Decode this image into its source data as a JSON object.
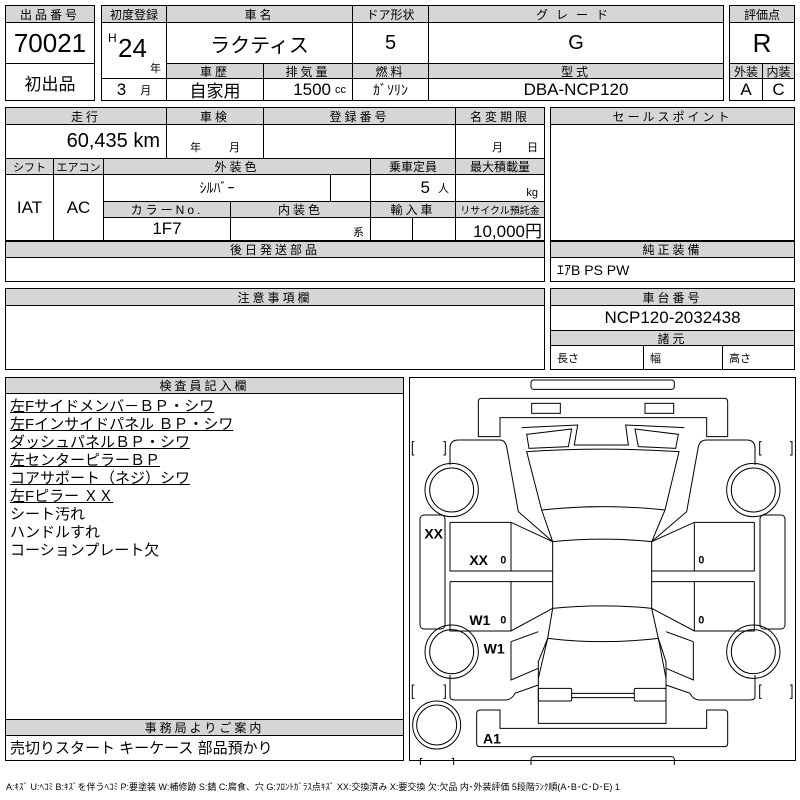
{
  "lot": {
    "header": "出品番号",
    "number": "70021",
    "status": "初出品"
  },
  "first_reg": {
    "header": "初度登録",
    "era": "H",
    "year": "24",
    "year_unit": "年",
    "month": "3",
    "month_unit": "月"
  },
  "car_name": {
    "header": "車名",
    "value": "ラクティス"
  },
  "doors": {
    "header": "ドア形状",
    "value": "5"
  },
  "grade": {
    "header": "グレード",
    "value": "G"
  },
  "history": {
    "header": "車歴",
    "value": "自家用"
  },
  "displacement": {
    "header": "排気量",
    "value": "1500",
    "unit": "cc"
  },
  "fuel": {
    "header": "燃料",
    "value": "ｶﾞｿﾘﾝ"
  },
  "model": {
    "header": "型式",
    "value": "DBA-NCP120"
  },
  "score": {
    "header": "評価点",
    "value": "R",
    "ext_header": "外装",
    "int_header": "内装",
    "ext": "A",
    "int": "C"
  },
  "mileage": {
    "header": "走行",
    "value": "60,435 km"
  },
  "inspection": {
    "header": "車検",
    "year_unit": "年",
    "month_unit": "月"
  },
  "reg_number": {
    "header": "登録番号"
  },
  "name_change": {
    "header": "名変期限",
    "month_unit": "月",
    "day_unit": "日"
  },
  "shift": {
    "header": "シフト",
    "value": "IAT"
  },
  "aircon": {
    "header": "エアコン",
    "value": "AC"
  },
  "ext_color": {
    "header": "外装色",
    "value": "ｼﾙﾊﾞｰ"
  },
  "capacity": {
    "header": "乗車定員",
    "value": "5",
    "unit": "人"
  },
  "max_load": {
    "header": "最大積載量",
    "unit": "kg"
  },
  "color_no": {
    "header": "カラーNo.",
    "value": "1F7"
  },
  "int_color": {
    "header": "内装色",
    "unit": "系"
  },
  "import": {
    "header": "輸入車"
  },
  "recycle": {
    "header": "リサイクル預託金",
    "value": "10,000円"
  },
  "sales_point": {
    "header": "セールスポイント"
  },
  "later_parts": {
    "header": "後日発送部品"
  },
  "equipment": {
    "header": "純正装備",
    "value": "ｴｱB PS PW"
  },
  "notes": {
    "header": "注意事項欄"
  },
  "chassis": {
    "header": "車台番号",
    "value": "NCP120-2032438"
  },
  "specs": {
    "header": "諸元",
    "length": "長さ",
    "width": "幅",
    "height": "高さ"
  },
  "inspector": {
    "header": "検査員記入欄",
    "lines": [
      {
        "text": "左Fサイドメンバ－ＢＰ・シワ"
      },
      {
        "text": "左Fインサイドパネル ＢＰ・シワ"
      },
      {
        "text": "ダッシュパネルＢＰ・シワ"
      },
      {
        "text": "左センターピラーＢＰ"
      },
      {
        "text": "コアサポート（ネジ）シワ"
      },
      {
        "text": "左Fピラー ＸＸ"
      },
      {
        "text": "シート汚れ"
      },
      {
        "text": "ハンドルすれ"
      },
      {
        "text": "コーションプレート欠"
      }
    ]
  },
  "office": {
    "header": "事務局よりご案内",
    "text": "売切りスタート キーケース 部品預かり"
  },
  "diagram": {
    "marks": {
      "left_sill": "XX",
      "left_front_door": "XX",
      "left_front_door_o": "0",
      "right_front_door_o": "0",
      "left_rear_door": "W1",
      "left_rear_door_o": "0",
      "right_rear_door_o": "0",
      "left_rear_fender": "W1",
      "rear_bumper": "A1"
    }
  },
  "legend": "A:ｷｽﾞ U:ﾍｺﾐ B:ｷｽﾞを伴うﾍｺﾐ P:要塗装 W:補修跡 S:錆 C:腐食、穴 G:ﾌﾛﾝﾄｶﾞﾗｽ点ｷｽﾞ XX:交換済み X:要交換 欠:欠品 内･外装評価 5段階ﾗﾝｸ順(A･B･C･D･E) 1"
}
